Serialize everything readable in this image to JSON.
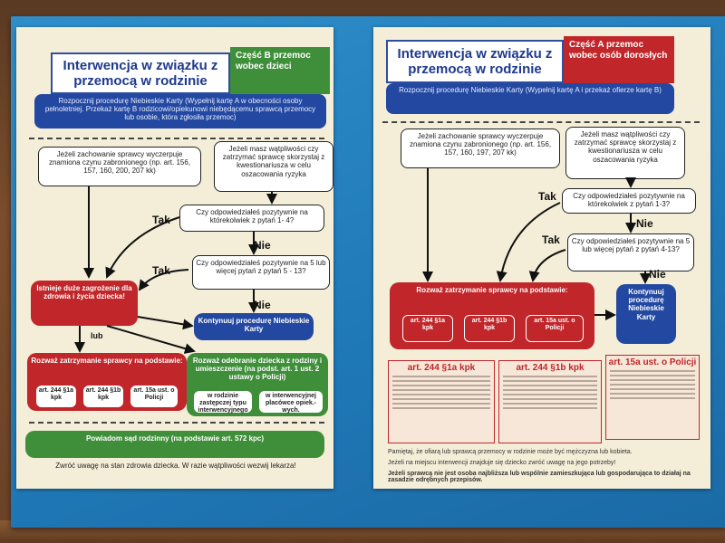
{
  "left_card": {
    "title": "Interwencja w związku z przemocą w rodzinie",
    "part": "Część B przemoc wobec dzieci",
    "start_bar": "Rozpocznij procedurę Niebieskie Karty (Wypełnij kartę A w obecności osoby pełnoletniej. Przekaż kartę B rodzicowi/opiekunowi niebędącemu sprawcą przemocy lub osobie, która zgłosiła przemoc)",
    "box_signs": "Jeżeli zachowanie sprawcy wyczerpuje znamiona czynu zabronionego (np. art. 156, 157, 160, 200, 207 kk)",
    "box_doubt": "Jeżeli masz wątpliwości czy zatrzymać sprawcę skorzystaj z kwestionariusza w celu oszacowania ryzyka",
    "q1": "Czy odpowiedziałeś pozytywnie na którekolwiek z pytań 1- 4?",
    "q2": "Czy odpowiedziałeś pozytywnie na 5 lub więcej pytań z pytań 5 - 13?",
    "tak1": "Tak",
    "tak2": "Tak",
    "nie1": "Nie",
    "nie2": "Nie",
    "lub": "lub",
    "danger": "Istnieje duże zagrożenie dla zdrowia i życia dziecka!",
    "continue": "Kontynuuj procedurę Niebieskie Karty",
    "detain": "Rozważ zatrzymanie sprawcy na podstawie:",
    "art1": "art. 244 §1a kpk",
    "art2": "art. 244 §1b kpk",
    "art3": "art. 15a ust. o Policji",
    "remove": "Rozważ odebranie dziecka z rodziny i umieszczenie (na podst. art. 1 ust. 2 ustawy o Policji)",
    "opt1": "w rodzinie zastępczej typu interwencyjnego",
    "opt2": "w interwencyjnej placówce opiek.-wych.",
    "court": "Powiadom sąd rodzinny (na podstawie art. 572 kpc)",
    "footer": "Zwróć uwagę na stan zdrowia dziecka. W razie wątpliwości wezwij lekarza!"
  },
  "right_card": {
    "title": "Interwencja w związku z przemocą w rodzinie",
    "part": "Część A przemoc wobec osób dorosłych",
    "start_bar": "Rozpocznij procedurę Niebieskie Karty (Wypełnij kartę A i przekaż ofierze kartę B)",
    "box_signs": "Jeżeli zachowanie sprawcy wyczerpuje znamiona czynu zabronionego (np. art. 156, 157, 160, 197, 207 kk)",
    "box_doubt": "Jeżeli masz wątpliwości czy zatrzymać sprawcę skorzystaj z kwestionariusza w celu oszacowania ryzyka",
    "q1": "Czy odpowiedziałeś pozytywnie na którekolwiek z pytań 1-3?",
    "q2": "Czy odpowiedziałeś pozytywnie na 5 lub więcej pytań z pytań 4-13?",
    "tak1": "Tak",
    "tak2": "Tak",
    "nie1": "Nie",
    "nie2": "Nie",
    "detain": "Rozważ zatrzymanie sprawcy na podstawie:",
    "art1": "art. 244 §1a kpk",
    "art2": "art. 244 §1b kpk",
    "art3": "art. 15a ust. o Policji",
    "continue": "Kontynuuj procedurę Niebieskie Karty",
    "legal1": "art. 244 §1a kpk",
    "legal2": "art. 244 §1b kpk",
    "legal3": "art. 15a ust. o Policji",
    "foot1": "Pamiętaj, że ofiarą lub sprawcą przemocy w rodzinie może być mężczyzna lub kobieta.",
    "foot2": "Jeżeli na miejscu interwencji znajduje się dziecko zwróć uwagę na jego potrzeby!",
    "foot3": "Jeżeli sprawcą nie jest osoba najbliższa lub wspólnie zamieszkująca lub gospodarująca to działaj na zasadzie odrębnych przepisów."
  },
  "colors": {
    "folder_blue": "#1f78b6",
    "title_blue": "#2348a1",
    "alert_red": "#c0262a",
    "action_green": "#3f8f3a",
    "card_cream": "#f4eed8"
  }
}
